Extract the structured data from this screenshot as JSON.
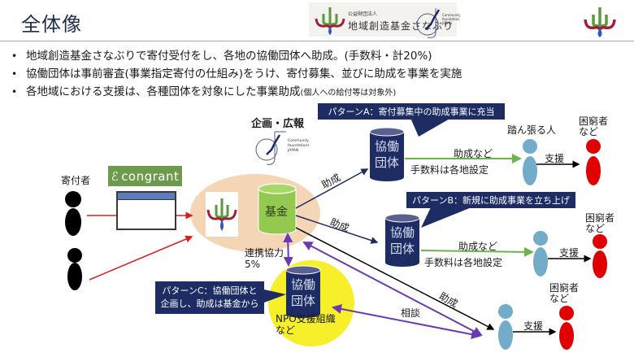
{
  "header": {
    "title": "全体像",
    "org_logo": {
      "subtitle": "公益財団法人",
      "name": "地域創造基金さなぶり",
      "icon": "sanaburi-logo-icon"
    },
    "cf_logo": {
      "lines": [
        "Community",
        "foundations",
        "JAPAN"
      ],
      "icon": "community-foundations-japan-icon"
    },
    "corner_logo_icon": "sanaburi-logo-icon"
  },
  "bullets": [
    {
      "text": "地域創造基金さなぶりで寄付受付をし、各地の協働団体へ助成。(手数料・計20%)",
      "note": ""
    },
    {
      "text": "協働団体は事前審査(事業指定寄付の仕組み)をうけ、寄付募集、並びに助成を事業を実施",
      "note": ""
    },
    {
      "text": "各地域における支援は、各種団体を対象にした事業助成",
      "note": "(個人への給付等は対象外)"
    }
  ],
  "diagram": {
    "donor_label": "寄付者",
    "platform_name": "congrant",
    "planning_label": "企画・広報",
    "fund_label": "基金",
    "cooperation_label": "連携協力",
    "cooperation_rate": "5%",
    "cf_logo_lines": [
      "Community",
      "foundations",
      "JAPAN"
    ],
    "partner_org_label": [
      "協働",
      "団体"
    ],
    "grant_label": "助成",
    "grant_etc_label": "助成など",
    "fee_label": "手数料は各地設定",
    "support_label": "支援",
    "consult_label": "相談",
    "persisting_person_label": "踏ん張る人",
    "needy_label": [
      "困窮者",
      "など"
    ],
    "npo_label": [
      "NPO支援組織",
      "など"
    ],
    "patterns": {
      "a": "パターンA：寄付募集中の助成事業に充当",
      "b": "パターンB：新規に助成事業を立ち上げ",
      "c": [
        "パターンC：協働団体と",
        "企画し、助成は基金から"
      ]
    },
    "colors": {
      "navy": "#1d2d63",
      "fund_green": "#92c94e",
      "oval_peach": "#f4d6b6",
      "npo_yellow": "#f7ef2a",
      "helper_blue": "#72acc9",
      "needy_red": "#e00000",
      "donor_black": "#000000",
      "arrow_red": "#d81e1e",
      "arrow_green": "#6db34b",
      "arrow_purple": "#6a3bb0",
      "congrant_green": "#6e9b4b"
    }
  }
}
